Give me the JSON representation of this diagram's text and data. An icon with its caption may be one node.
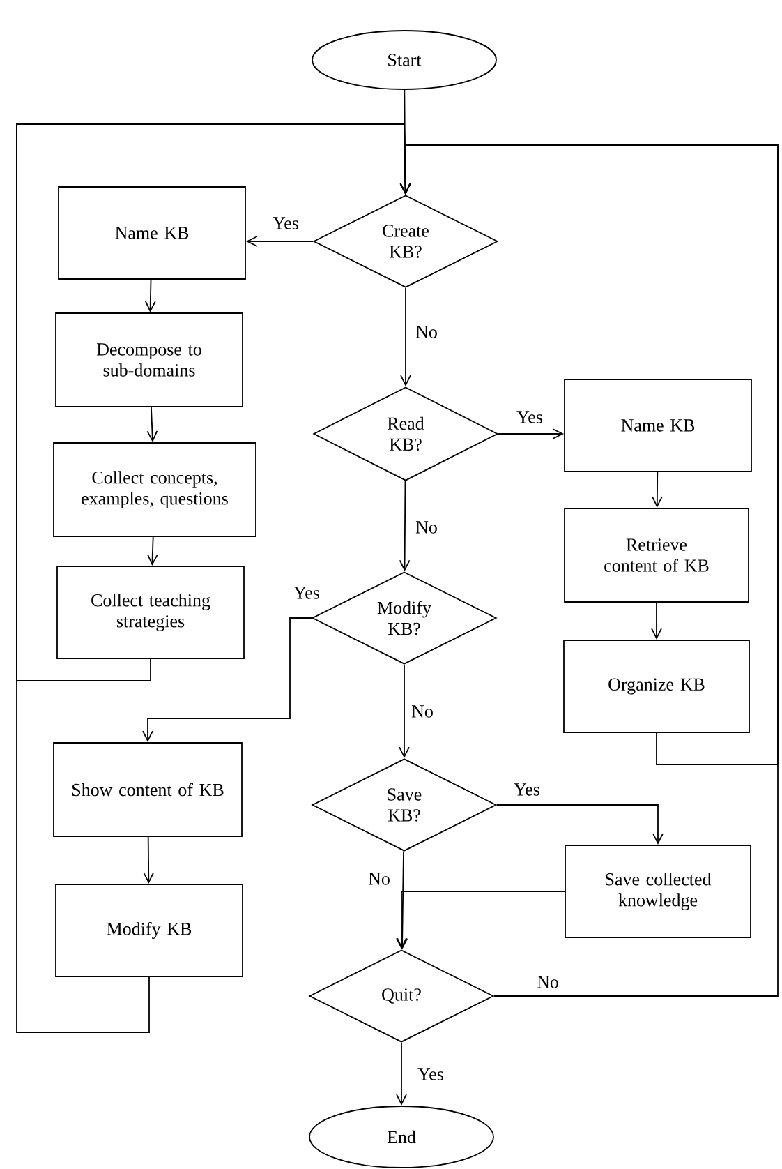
{
  "diagram": {
    "nodes": [
      {
        "text": [
          "Start"
        ]
      },
      {
        "text": [
          "Create KB?"
        ]
      },
      {
        "text": [
          "Name KB"
        ]
      },
      {
        "text": [
          "Decompose to sub-domains"
        ]
      },
      {
        "text": [
          "Collect concepts, examples, questions"
        ]
      },
      {
        "text": [
          "Collect teaching strategies"
        ]
      },
      {
        "text": [
          "Read KB?"
        ]
      },
      {
        "text": [
          "Name KB"
        ]
      },
      {
        "text": [
          "Retrieve content of KB"
        ]
      },
      {
        "text": [
          "Organize KB"
        ]
      },
      {
        "text": [
          "Modify KB?"
        ]
      },
      {
        "text": [
          "Show content of KB"
        ]
      },
      {
        "text": [
          "Modify KB"
        ]
      },
      {
        "text": [
          "Save KB?"
        ]
      },
      {
        "text": [
          "Save collected knowledge"
        ]
      },
      {
        "text": [
          "Quit?"
        ]
      },
      {
        "text": [
          "End"
        ]
      }
    ],
    "edges": [
      {
        "from": 0,
        "to": 1,
        "arrow": "to"
      },
      {
        "from": 1,
        "to": 2,
        "arrow": "to",
        "label": "Yes"
      },
      {
        "from": 1,
        "to": 6,
        "arrow": "to",
        "label": "No"
      },
      {
        "from": 2,
        "to": 3,
        "arrow": "to"
      },
      {
        "from": 3,
        "to": 4,
        "arrow": "to"
      },
      {
        "from": 4,
        "to": 5,
        "arrow": "to"
      },
      {
        "from": 5,
        "to": 1,
        "arrow": "to"
      },
      {
        "from": 6,
        "to": 7,
        "arrow": "to",
        "label": "Yes"
      },
      {
        "from": 6,
        "to": 10,
        "arrow": "to",
        "label": "No"
      },
      {
        "from": 7,
        "to": 8,
        "arrow": "to"
      },
      {
        "from": 8,
        "to": 9,
        "arrow": "to"
      },
      {
        "from": 9,
        "to": 1,
        "arrow": "to"
      },
      {
        "from": 10,
        "to": 11,
        "arrow": "to",
        "label": "Yes"
      },
      {
        "from": 10,
        "to": 13,
        "arrow": "to",
        "label": "No"
      },
      {
        "from": 11,
        "to": 12,
        "arrow": "to"
      },
      {
        "from": 13,
        "to": 14,
        "arrow": "to",
        "label": "Yes"
      },
      {
        "from": 13,
        "to": 15,
        "arrow": "to",
        "label": "No"
      },
      {
        "from": 14,
        "to": 15,
        "arrow": "to"
      },
      {
        "from": 12,
        "to": 1,
        "arrow": "to"
      },
      {
        "from": 15,
        "to": 16,
        "arrow": "to",
        "label": "Yes"
      },
      {
        "from": 15,
        "to": 1,
        "arrow": "to",
        "label": "No"
      }
    ]
  }
}
